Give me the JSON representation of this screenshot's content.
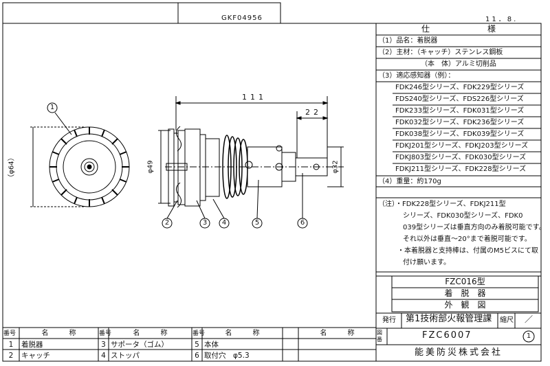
{
  "header": {
    "drawing_code": "GKF04956",
    "date": "11．8."
  },
  "spec": {
    "title": "仕　　　　　　　様",
    "rows": [
      "（1）品名：着脱器",
      "（2）主材：（キャッチ）ステンレス鋼板",
      "（本　体）アルミ切削品",
      "（3）適応感知器（例）：",
      "FDK246型シリーズ、FDK229型シリーズ",
      "FDS240型シリーズ、FDS226型シリーズ",
      "FDK233型シリーズ、FDK031型シリーズ",
      "FDK032型シリーズ、FDK236型シリーズ",
      "FDK038型シリーズ、FDK039型シリーズ",
      "FDKJ201型シリーズ、FDKJ203型シリーズ",
      "FDKJ803型シリーズ、FDK030型シリーズ",
      "FDKJ211型シリーズ、FDK228型シリーズ",
      "（4）重量：約170g"
    ],
    "notes": [
      "（注）・FDK228型シリーズ、FDKJ211型",
      "シリーズ、FDK030型シリーズ、FDK0",
      "039型シリーズは垂直方向のみ着脱可能です。",
      "それ以外は垂直～20°まで着脱可能です。",
      "・本着脱器と支持棒は、付属のM5ビスにて取",
      "付け願います。"
    ]
  },
  "title_block": {
    "model": "FZC016型",
    "name": "着　脱　器",
    "view": "外　観　図",
    "issue_label": "発行",
    "department": "第1技術部火報管理課",
    "scale_label": "縮尺",
    "scale_value": "／",
    "drawing_label": "図番",
    "drawing_number": "FZC6007",
    "revision": "1",
    "company": "能美防災株式会社"
  },
  "dimensions": {
    "length": "111",
    "tip": "22",
    "dia_outer": "（φ64）",
    "dia_flange": "φ49",
    "dia_body": "φ32"
  },
  "callouts": [
    "1",
    "2",
    "3",
    "4",
    "5",
    "6"
  ],
  "parts_table": {
    "header_no": "番号",
    "header_name": "名　　　称",
    "parts": [
      {
        "no": "1",
        "name": "着脱器"
      },
      {
        "no": "2",
        "name": "キャッチ"
      },
      {
        "no": "3",
        "name": "サポータ（ゴム）"
      },
      {
        "no": "4",
        "name": "ストッパ"
      },
      {
        "no": "5",
        "name": "本体"
      },
      {
        "no": "6",
        "name": "取付穴　φ5.3"
      }
    ]
  }
}
